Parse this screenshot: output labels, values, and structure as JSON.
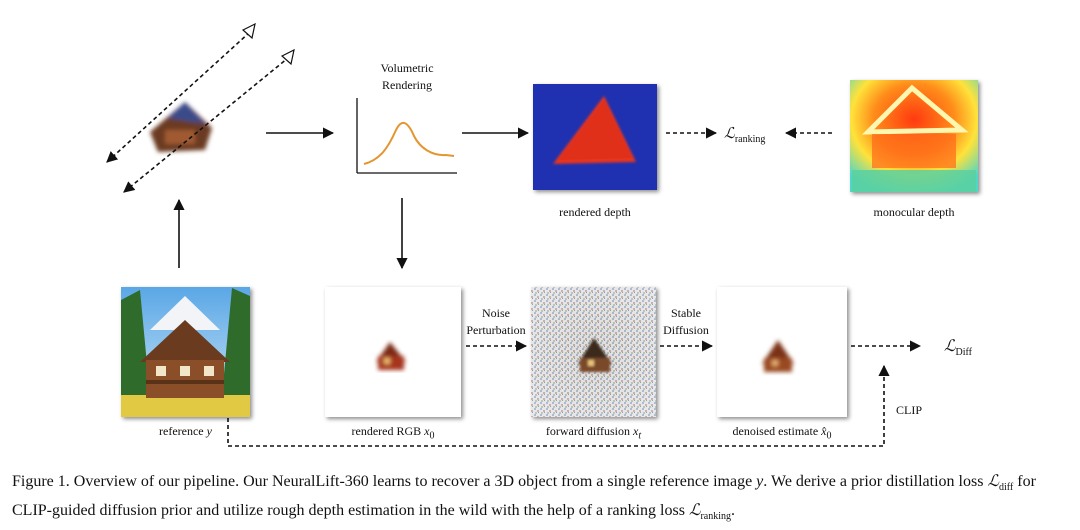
{
  "diagram": {
    "volumetric_rendering": {
      "line1": "Volumetric",
      "line2": "Rendering"
    },
    "rendered_depth": "rendered depth",
    "monocular_depth": "monocular depth",
    "loss_ranking": {
      "symbol": "ℒ",
      "sub": "ranking"
    },
    "reference": {
      "text": "reference",
      "var": "y"
    },
    "rendered_rgb": {
      "text": "rendered RGB",
      "var": "x",
      "sub": "0"
    },
    "forward_diffusion": {
      "text": "forward diffusion",
      "var": "x",
      "sub": "t"
    },
    "denoised_estimate": {
      "text": "denoised estimate",
      "var": "x̂",
      "sub": "0"
    },
    "noise_perturbation": {
      "line1": "Noise",
      "line2": "Perturbation"
    },
    "stable_diffusion": {
      "line1": "Stable",
      "line2": "Diffusion"
    },
    "loss_diff": {
      "symbol": "ℒ",
      "sub": "Diff"
    },
    "clip": "CLIP",
    "colors": {
      "depth_red": "#e8341c",
      "depth_blue": "#1b2aa8",
      "curve": "#e3962f"
    }
  },
  "caption": {
    "label": "Figure 1.",
    "text1": " Overview of our pipeline. Our NeuralLift-360 learns to recover a 3D object from a single reference image ",
    "var_y": "y",
    "text2": ". We derive a prior distillation loss ",
    "loss_diff_symbol": "ℒ",
    "loss_diff_sub": "diff",
    "text3": " for CLIP-guided diffusion prior and utilize rough depth estimation in the wild with the help of a ranking loss ",
    "loss_rank_symbol": "ℒ",
    "loss_rank_sub": "ranking",
    "text4": "."
  }
}
